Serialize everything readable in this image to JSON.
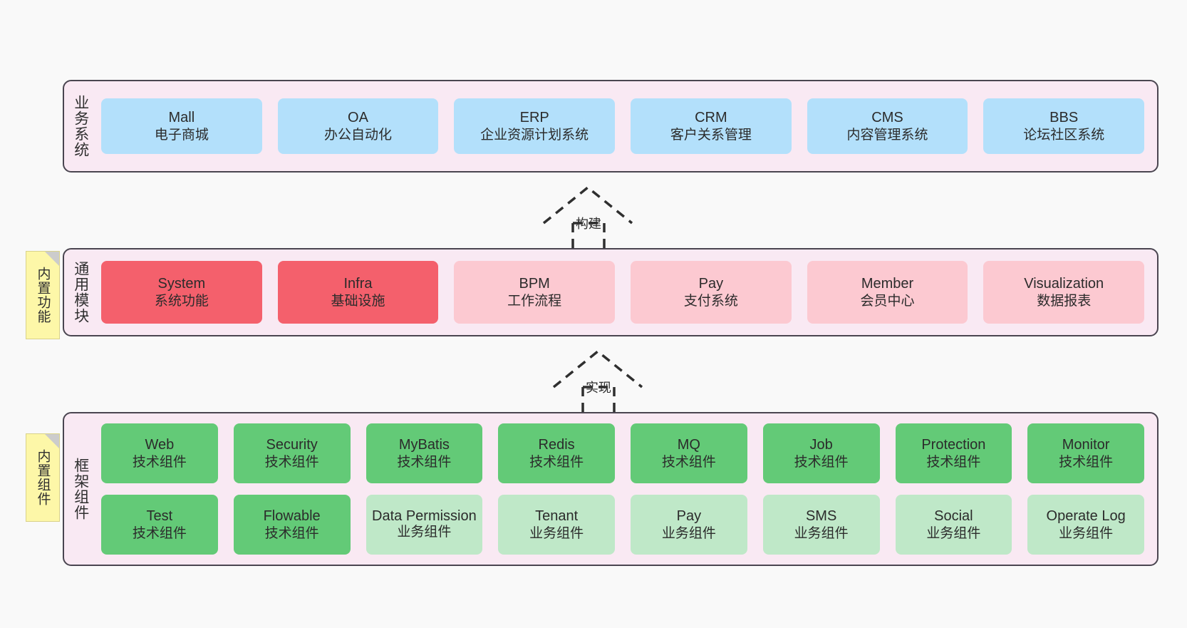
{
  "diagram": {
    "background": "#f9f9f9",
    "container_fill": "#f9e9f3",
    "container_border": "#4a4550",
    "colors": {
      "business": "#b3e0fb",
      "module_core": "#f4606c",
      "module_ext": "#fcc9d1",
      "component_tech": "#63ca77",
      "component_biz": "#bfe8c8",
      "note": "#fdf7a8"
    }
  },
  "layers": [
    {
      "id": "business",
      "title": "业务系统",
      "rows": [
        {
          "items": [
            {
              "en": "Mall",
              "cn": "电子商城",
              "color": "c-blue"
            },
            {
              "en": "OA",
              "cn": "办公自动化",
              "color": "c-blue"
            },
            {
              "en": "ERP",
              "cn": "企业资源计划系统",
              "color": "c-blue"
            },
            {
              "en": "CRM",
              "cn": "客户关系管理",
              "color": "c-blue"
            },
            {
              "en": "CMS",
              "cn": "内容管理系统",
              "color": "c-blue"
            },
            {
              "en": "BBS",
              "cn": "论坛社区系统",
              "color": "c-blue"
            }
          ]
        }
      ]
    },
    {
      "id": "module",
      "title": "通用模块",
      "note": "内置功能",
      "rows": [
        {
          "items": [
            {
              "en": "System",
              "cn": "系统功能",
              "color": "c-red"
            },
            {
              "en": "Infra",
              "cn": "基础设施",
              "color": "c-red"
            },
            {
              "en": "BPM",
              "cn": "工作流程",
              "color": "c-pink"
            },
            {
              "en": "Pay",
              "cn": "支付系统",
              "color": "c-pink"
            },
            {
              "en": "Member",
              "cn": "会员中心",
              "color": "c-pink"
            },
            {
              "en": "Visualization",
              "cn": "数据报表",
              "color": "c-pink"
            }
          ]
        }
      ]
    },
    {
      "id": "framework",
      "title": "框架组件",
      "note": "内置组件",
      "rows": [
        {
          "items": [
            {
              "en": "Web",
              "cn": "技术组件",
              "color": "c-green"
            },
            {
              "en": "Security",
              "cn": "技术组件",
              "color": "c-green"
            },
            {
              "en": "MyBatis",
              "cn": "技术组件",
              "color": "c-green"
            },
            {
              "en": "Redis",
              "cn": "技术组件",
              "color": "c-green"
            },
            {
              "en": "MQ",
              "cn": "技术组件",
              "color": "c-green"
            },
            {
              "en": "Job",
              "cn": "技术组件",
              "color": "c-green"
            },
            {
              "en": "Protection",
              "cn": "技术组件",
              "color": "c-green"
            },
            {
              "en": "Monitor",
              "cn": "技术组件",
              "color": "c-green"
            }
          ]
        },
        {
          "items": [
            {
              "en": "Test",
              "cn": "技术组件",
              "color": "c-green"
            },
            {
              "en": "Flowable",
              "cn": "技术组件",
              "color": "c-green"
            },
            {
              "en": "Data Permission",
              "cn": "业务组件",
              "color": "c-green-light"
            },
            {
              "en": "Tenant",
              "cn": "业务组件",
              "color": "c-green-light"
            },
            {
              "en": "Pay",
              "cn": "业务组件",
              "color": "c-green-light"
            },
            {
              "en": "SMS",
              "cn": "业务组件",
              "color": "c-green-light"
            },
            {
              "en": "Social",
              "cn": "业务组件",
              "color": "c-green-light"
            },
            {
              "en": "Operate Log",
              "cn": "业务组件",
              "color": "c-green-light"
            }
          ]
        }
      ]
    }
  ],
  "connectors": [
    {
      "id": "build",
      "label": "构建"
    },
    {
      "id": "implement",
      "label": "实现"
    }
  ]
}
